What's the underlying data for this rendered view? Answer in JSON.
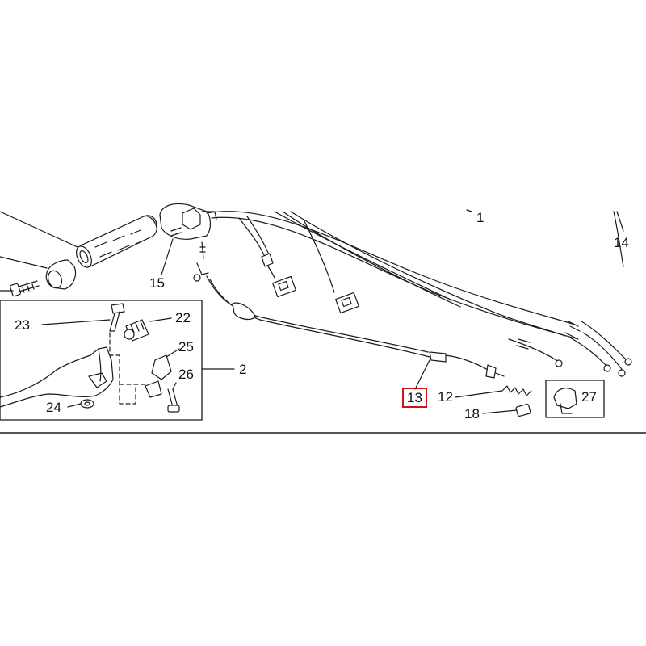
{
  "diagram": {
    "kind": "exploded parts diagram",
    "highlight_color": "#d0101a",
    "line_color": "#1a1a1a",
    "callouts": [
      {
        "id": "1",
        "label": "1"
      },
      {
        "id": "14",
        "label": "14"
      },
      {
        "id": "15",
        "label": "15"
      },
      {
        "id": "23",
        "label": "23"
      },
      {
        "id": "22",
        "label": "22"
      },
      {
        "id": "25",
        "label": "25"
      },
      {
        "id": "26",
        "label": "26"
      },
      {
        "id": "2",
        "label": "2"
      },
      {
        "id": "24",
        "label": "24"
      },
      {
        "id": "13",
        "label": "13",
        "highlighted": true
      },
      {
        "id": "12",
        "label": "12"
      },
      {
        "id": "18",
        "label": "18"
      },
      {
        "id": "27",
        "label": "27"
      }
    ]
  }
}
